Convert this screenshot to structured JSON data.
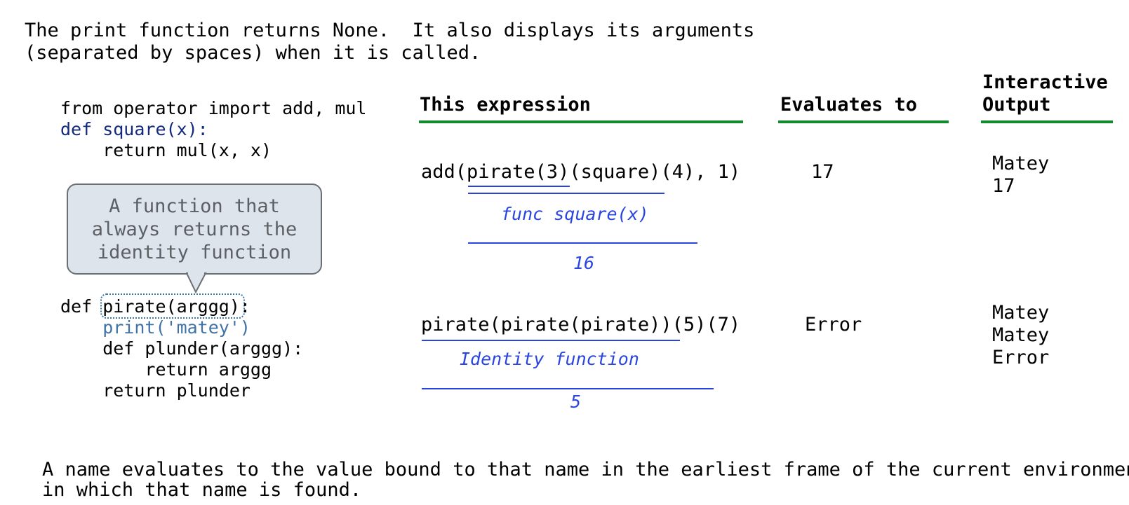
{
  "intro": {
    "line1": "The print function returns None.  It also displays its arguments",
    "line2": "(separated by spaces) when it is called."
  },
  "code_top": {
    "line1": "from operator import add, mul",
    "line2": "def square(x):",
    "line3": "    return mul(x, x)"
  },
  "callout": {
    "text": "A function that\nalways returns the\nidentity function"
  },
  "code_bottom": {
    "line1_prefix": "def ",
    "line1_name": "pirate(arggg)",
    "line1_suffix": ":",
    "line2": "    print('matey')",
    "line3": "    def plunder(arggg):",
    "line4": "        return arggg",
    "line5": "    return plunder"
  },
  "table": {
    "headers": {
      "expression": "This expression",
      "evaluates": "Evaluates to",
      "output_line1": "Interactive",
      "output_line2": "Output"
    },
    "rows": [
      {
        "expression": "add(pirate(3)(square)(4), 1)",
        "annotation1": "func square(x)",
        "annotation2": "16",
        "value": "17",
        "output": [
          "Matey",
          "17"
        ]
      },
      {
        "expression": "pirate(pirate(pirate))(5)(7)",
        "annotation1": "Identity function",
        "annotation2": "5",
        "value": "Error",
        "output": [
          "Matey",
          "Matey",
          "Error"
        ]
      }
    ]
  },
  "footer": {
    "line1": "A name evaluates to the value bound to that name in the earliest frame of the current environment",
    "line2": "in which that name is found."
  },
  "colors": {
    "header_underline": "#138a2c",
    "annotation": "#2a44e0",
    "keyword": "#12297e",
    "callout_fill": "#dde4eb"
  }
}
